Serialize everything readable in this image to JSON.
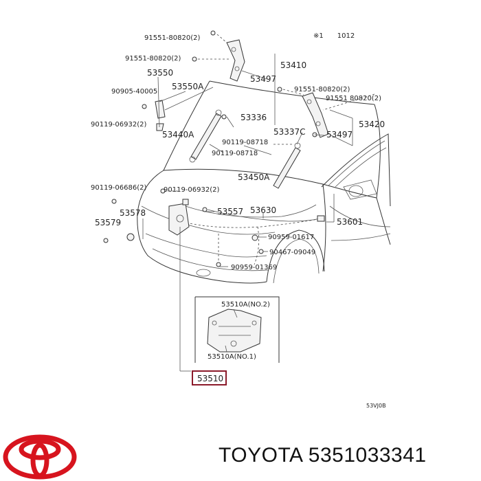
{
  "header": {
    "note": "※1　　1012"
  },
  "labels": {
    "p_91551_80820_a": "91551-80820(2)",
    "p_91551_80820_b": "91551-80820(2)",
    "p_53550": "53550",
    "p_90905_40005": "90905-40005",
    "p_53550A": "53550A",
    "p_53410": "53410",
    "p_53497_a": "53497",
    "p_91551_80820_c": "91551-80820(2)",
    "p_91551_80820_d": "91551 80820(2)",
    "p_90119_06932_a": "90119-06932(2)",
    "p_53336": "53336",
    "p_53420": "53420",
    "p_53440A": "53440A",
    "p_53337C": "53337C",
    "p_53497_b": "53497",
    "p_90119_08718_a": "90119-08718",
    "p_90119_08718_b": "90119-08718",
    "p_53450A": "53450A",
    "p_90119_06686": "90119-06686(2)",
    "p_90119_06932_b": "90119-06932(2)",
    "p_53579": "53579",
    "p_53578": "53578",
    "p_53557": "53557",
    "p_53630": "53630",
    "p_53601": "53601",
    "p_90959_01617": "90959-01617",
    "p_90467_09049": "90467-09049",
    "p_90959_01369": "90959-01369",
    "p_53510A_no2": "53510A(NO.2)",
    "p_53510A_no1": "53510A(NO.1)",
    "p_53510": "53510"
  },
  "diagram_code": "53VJ0B",
  "footer": {
    "brand": "TOYOTA",
    "part_number": "5351033341"
  },
  "colors": {
    "highlight": "#8b1a2a",
    "logo": "#d7141e"
  }
}
